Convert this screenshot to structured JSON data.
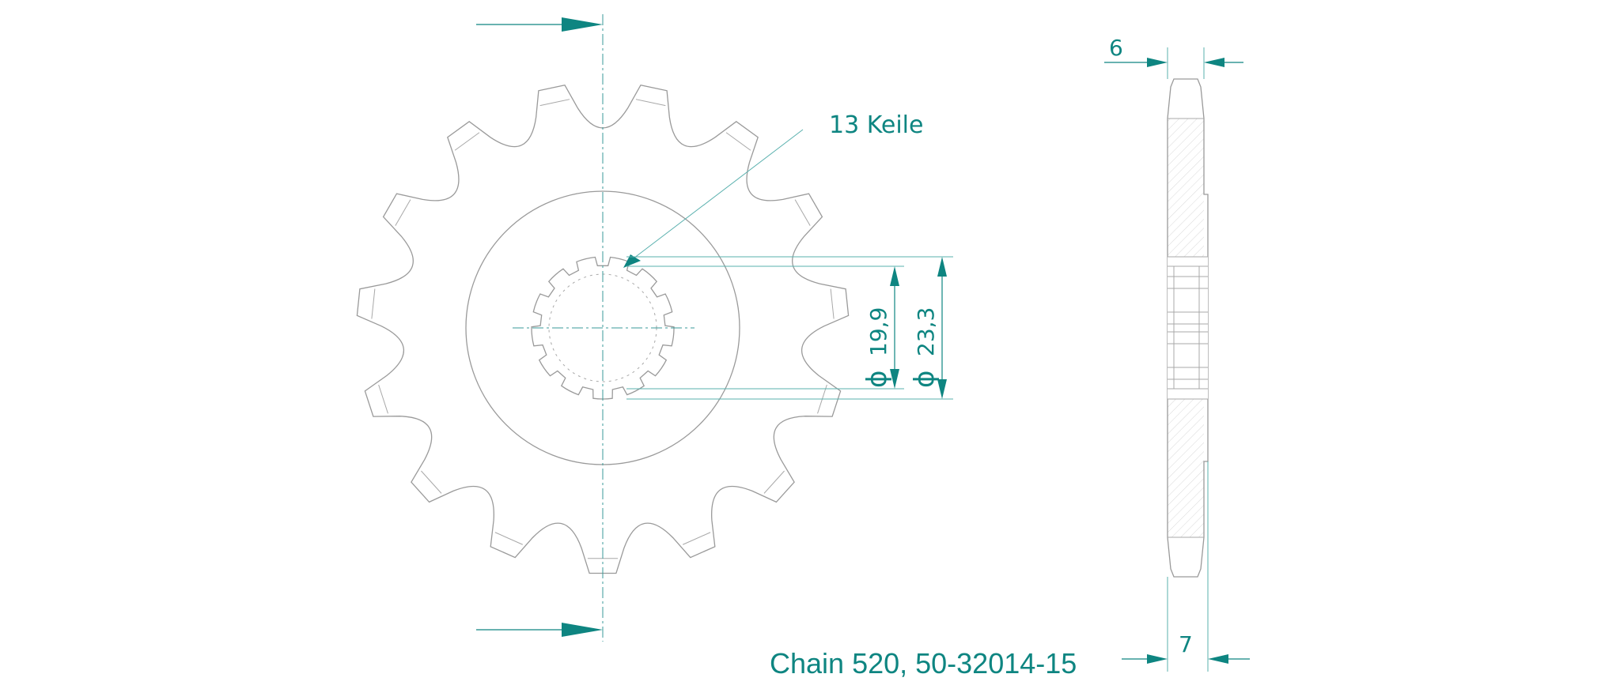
{
  "diagram": {
    "callout_label": "13 Keile",
    "dim_inner_diameter": "19,9",
    "dim_outer_diameter": "23,3",
    "diameter_symbol": "ϕ",
    "dim_width_top": "6",
    "dim_width_bottom": "7",
    "caption": "Chain 520, 50-32014-15",
    "accent_color": "#0e8581",
    "line_color": "#9a9a9a"
  }
}
